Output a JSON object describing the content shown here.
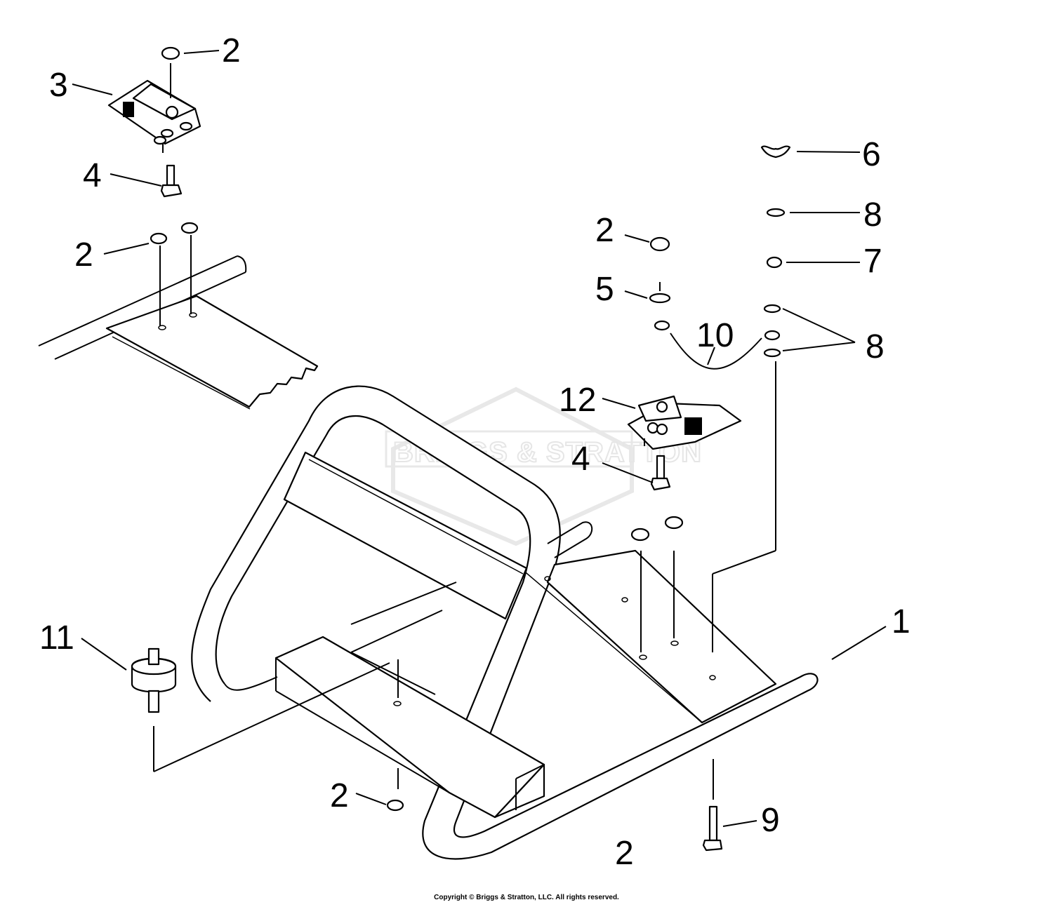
{
  "watermark": "BRIGGS & STRATTON",
  "copyright": "Copyright © Briggs & Stratton, LLC. All rights reserved.",
  "callouts": {
    "c1": "1",
    "c2a": "2",
    "c2b": "2",
    "c2c": "2",
    "c2d": "2",
    "c2e": "2",
    "c3": "3",
    "c4a": "4",
    "c4b": "4",
    "c5": "5",
    "c6": "6",
    "c7": "7",
    "c8a": "8",
    "c8b": "8",
    "c9": "9",
    "c10": "10",
    "c11": "11",
    "c12": "12"
  }
}
